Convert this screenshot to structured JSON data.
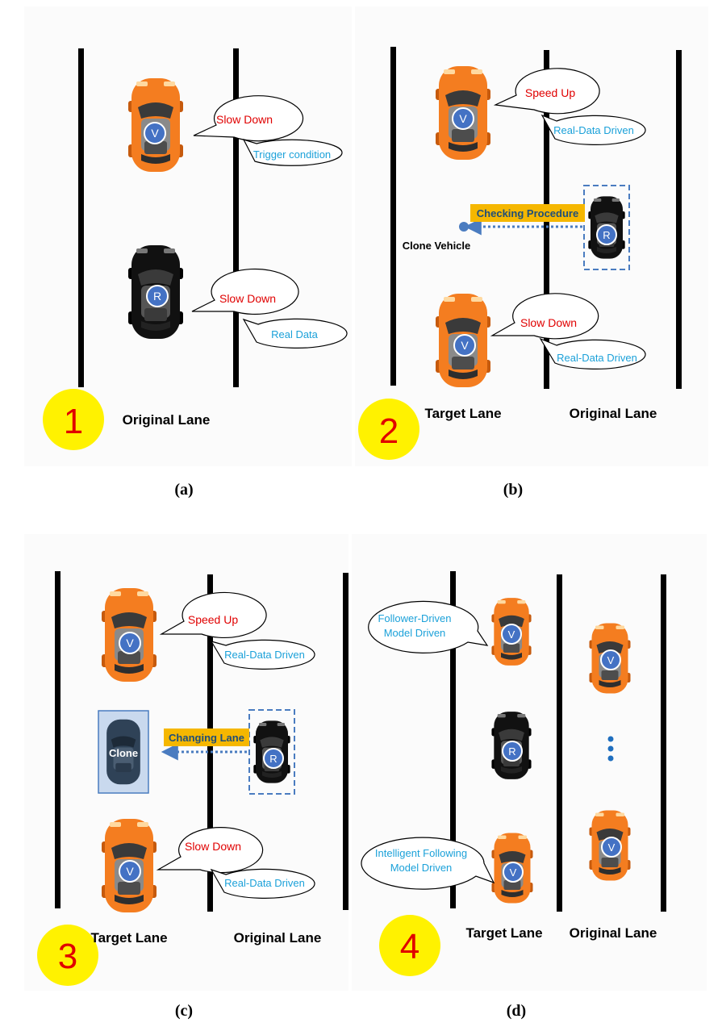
{
  "colors": {
    "panel_bg": "#fbfbfb",
    "lane_line": "#000000",
    "orange_car": "#f47d20",
    "black_car": "#0f0f0f",
    "clone_car": "#34475e",
    "badge": "#4472c4",
    "callout_red": "#e00000",
    "callout_blue": "#1ba1d9",
    "yellow_circle": "#fff200",
    "step_number": "#e00000",
    "procedure_box": "#f5b700",
    "procedure_text": "#1f4e79",
    "dotted_arrow": "#4a7cc0"
  },
  "panels": {
    "a": {
      "caption": "(a)",
      "step": "1",
      "lane_labels": [
        "Original Lane"
      ],
      "v_car": {
        "badge": "V",
        "action": "Slow Down",
        "note": "Trigger condition"
      },
      "r_car": {
        "badge": "R",
        "action": "Slow Down",
        "note": "Real Data"
      }
    },
    "b": {
      "caption": "(b)",
      "step": "2",
      "lane_labels": [
        "Target Lane",
        "Original Lane"
      ],
      "front_v": {
        "badge": "V",
        "action": "Speed Up",
        "note": "Real-Data Driven"
      },
      "rear_v": {
        "badge": "V",
        "action": "Slow Down",
        "note": "Real-Data Driven"
      },
      "r_car": {
        "badge": "R"
      },
      "procedure": "Checking Procedure",
      "clone_label": "Clone Vehicle"
    },
    "c": {
      "caption": "(c)",
      "step": "3",
      "lane_labels": [
        "Target Lane",
        "Original Lane"
      ],
      "front_v": {
        "badge": "V",
        "action": "Speed Up",
        "note": "Real-Data Driven"
      },
      "rear_v": {
        "badge": "V",
        "action": "Slow Down",
        "note": "Real-Data Driven"
      },
      "r_car": {
        "badge": "R"
      },
      "procedure": "Changing Lane",
      "clone_label": "Clone"
    },
    "d": {
      "caption": "(d)",
      "step": "4",
      "lane_labels": [
        "Target Lane",
        "Original Lane"
      ],
      "front_v": {
        "badge": "V",
        "note_line1": "Follower-Driven",
        "note_line2": "Model Driven"
      },
      "rear_v": {
        "badge": "V",
        "note_line1": "Intelligent Following",
        "note_line2": "Model Driven"
      },
      "r_car": {
        "badge": "R"
      },
      "orig_top_v": {
        "badge": "V"
      },
      "orig_bottom_v": {
        "badge": "V"
      },
      "ellipsis": "⋮"
    }
  }
}
